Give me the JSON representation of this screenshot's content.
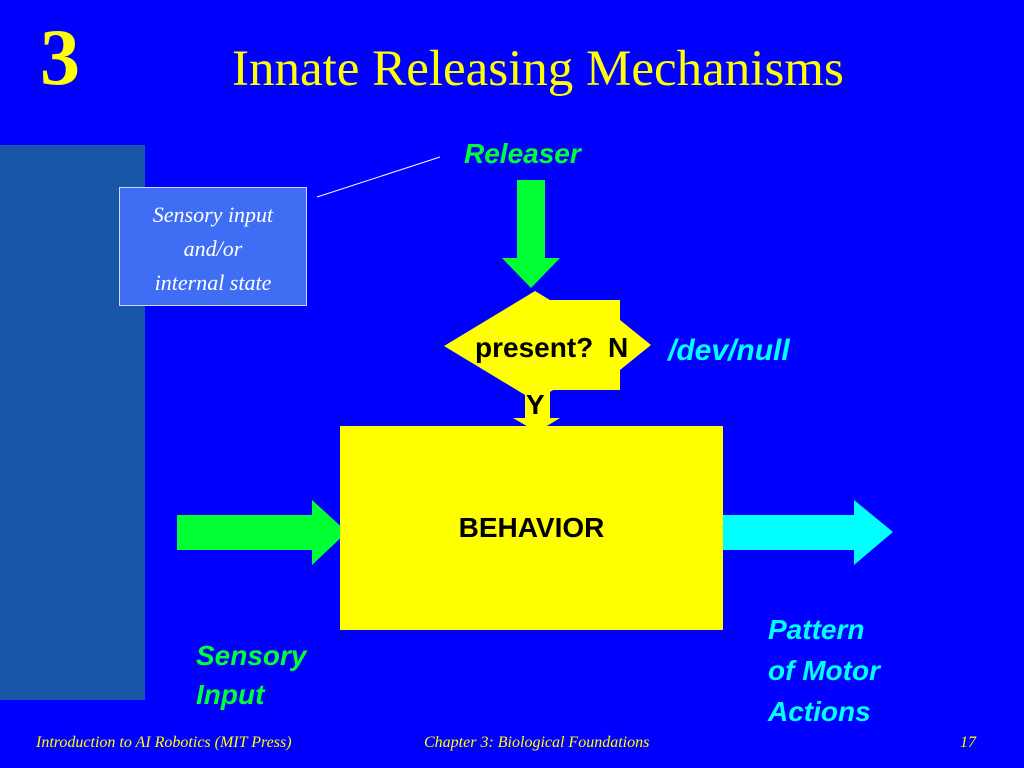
{
  "slide": {
    "chapter_number": "3",
    "title": "Innate Releasing Mechanisms"
  },
  "diagram": {
    "releaser_label": "Releaser",
    "callout_lines": [
      "Sensory input",
      "and/or",
      "internal state"
    ],
    "decision_label": "present?",
    "no_label": "N",
    "yes_label": "Y",
    "null_output": "/dev/null",
    "behavior_label": "BEHAVIOR",
    "sensory_input_lines": [
      "Sensory",
      "Input"
    ],
    "motor_output_lines": [
      "Pattern",
      "of Motor",
      "Actions"
    ]
  },
  "colors": {
    "background": "#0000ff",
    "side_bar": "#1857a8",
    "title": "#ffff00",
    "releaser_arrow": "#00ff33",
    "input_arrow": "#00ff33",
    "output_arrow": "#00ffff",
    "behavior_box": "#ffff00",
    "decision_diamond": "#ffff00"
  },
  "footer": {
    "left": "Introduction to AI Robotics (MIT Press)",
    "center": "Chapter 3: Biological Foundations",
    "page_number": "17"
  }
}
